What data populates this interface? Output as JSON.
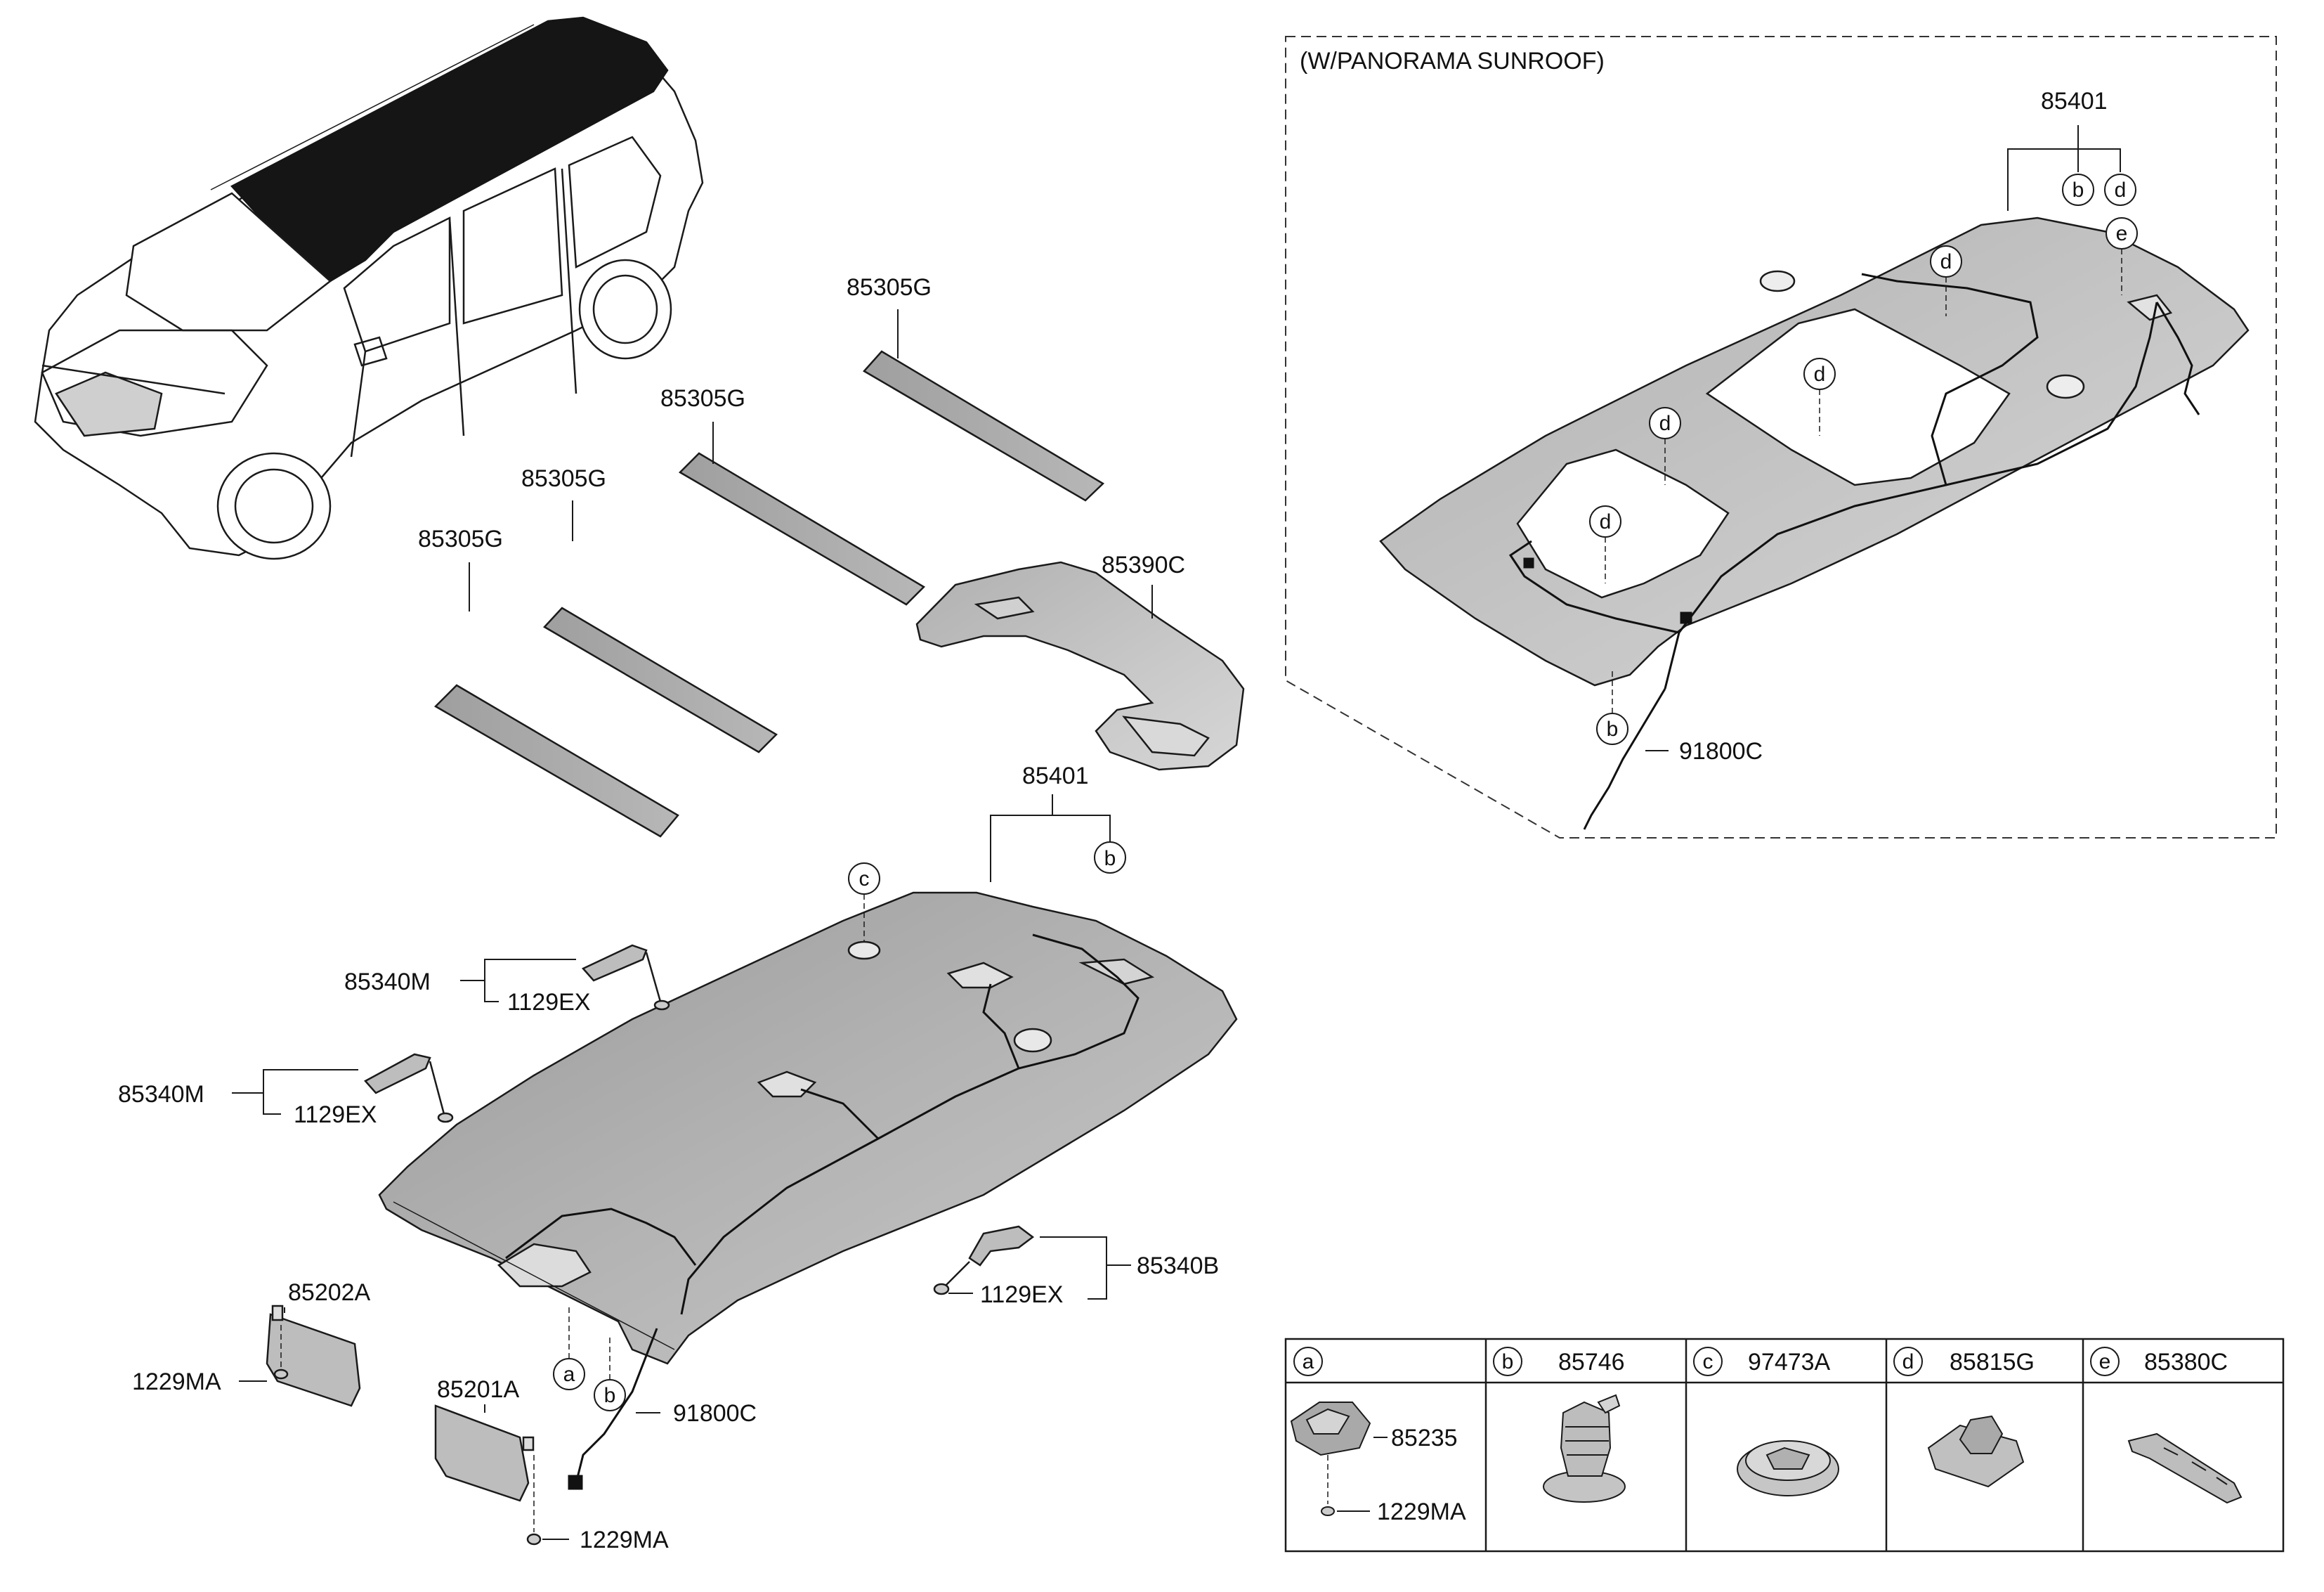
{
  "sunroof_box": {
    "title": "(W/PANORAMA SUNROOF)"
  },
  "labels": {
    "pad1": "85305G",
    "pad2": "85305G",
    "pad3": "85305G",
    "pad4": "85305G",
    "pad_rear": "85390C",
    "headlining": "85401",
    "headlining_sunroof": "85401",
    "grip_upper": "85340M",
    "grip_lower": "85340M",
    "grip_right": "85340B",
    "screw_grip_upper": "1129EX",
    "screw_grip_lower": "1129EX",
    "screw_grip_right": "1129EX",
    "visor_left": "85202A",
    "visor_right": "85201A",
    "screw_visor_left": "1229MA",
    "screw_visor_right": "1229MA",
    "wiring": "91800C",
    "wiring_sunroof": "91800C"
  },
  "callouts": {
    "a": "a",
    "b": "b",
    "c": "c",
    "d": "d",
    "e": "e"
  },
  "legend": {
    "headers": [
      {
        "letter": "a",
        "part": ""
      },
      {
        "letter": "b",
        "part": "85746"
      },
      {
        "letter": "c",
        "part": "97473A"
      },
      {
        "letter": "d",
        "part": "85815G"
      },
      {
        "letter": "e",
        "part": "85380C"
      }
    ],
    "cell_a_parts": [
      "85235",
      "1229MA"
    ]
  },
  "colors": {
    "line": "#1a1a1a",
    "panel_fill": "#a8a8a8",
    "pad_fill": "#a6a6a6",
    "roof_dark": "#151515"
  }
}
